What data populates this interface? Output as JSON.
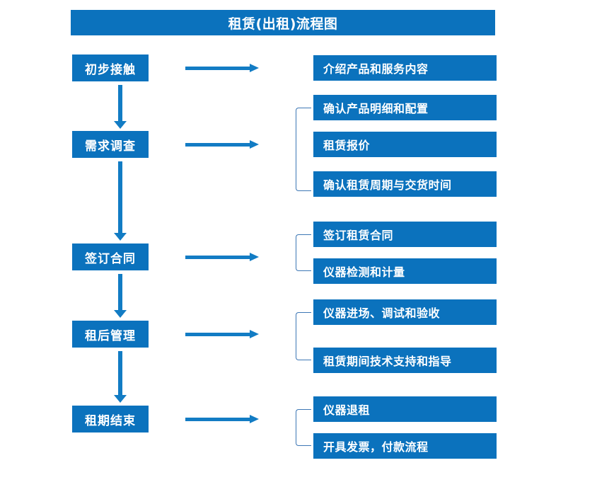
{
  "title": "租赁(出租)流程图",
  "colors": {
    "box_fill": "#0b72bd",
    "box_text": "#ffffff",
    "arrow": "#127cc4",
    "bracket": "#3d77b5",
    "background": "#ffffff"
  },
  "stages": [
    {
      "label": "初步接触"
    },
    {
      "label": "需求调查"
    },
    {
      "label": "签订合同"
    },
    {
      "label": "租后管理"
    },
    {
      "label": "租期结束"
    }
  ],
  "groups": [
    {
      "stage": "初步接触",
      "bracketed": false,
      "items": [
        {
          "label": "介绍产品和服务内容"
        }
      ]
    },
    {
      "stage": "需求调查",
      "bracketed": true,
      "items": [
        {
          "label": "确认产品明细和配置"
        },
        {
          "label": "租赁报价"
        },
        {
          "label": "确认租赁周期与交货时间"
        }
      ]
    },
    {
      "stage": "签订合同",
      "bracketed": true,
      "items": [
        {
          "label": "签订租赁合同"
        },
        {
          "label": "仪器检测和计量"
        }
      ]
    },
    {
      "stage": "租后管理",
      "bracketed": true,
      "items": [
        {
          "label": "仪器进场、调试和验收"
        },
        {
          "label": "租赁期间技术支持和指导"
        }
      ]
    },
    {
      "stage": "租期结束",
      "bracketed": true,
      "items": [
        {
          "label": "仪器退租"
        },
        {
          "label": "开具发票，付款流程"
        }
      ]
    }
  ]
}
